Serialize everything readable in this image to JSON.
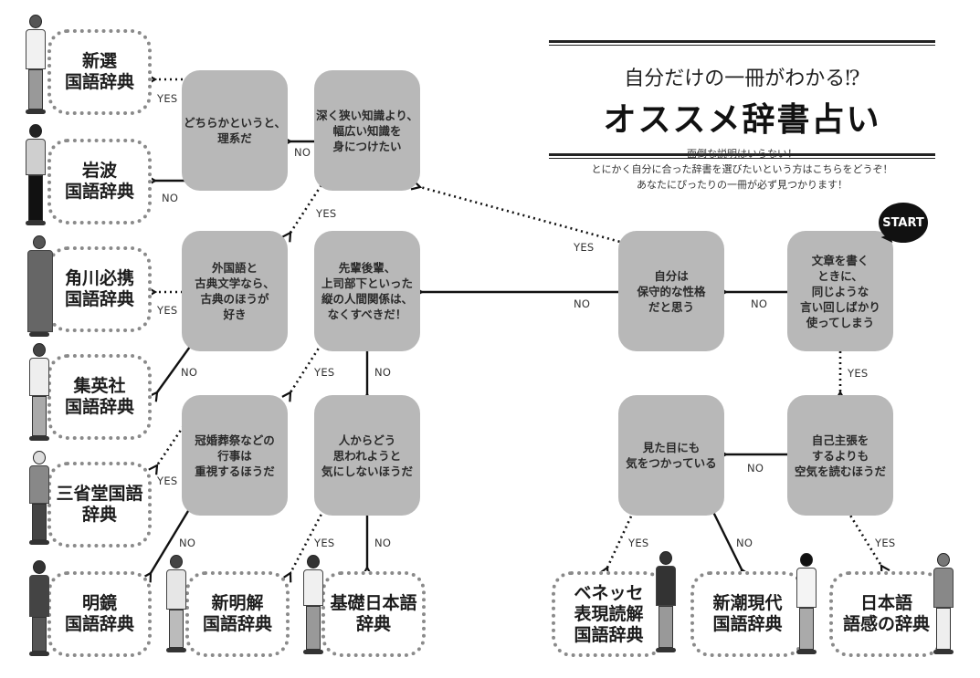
{
  "header": {
    "subtitle": "自分だけの一冊がわかる⁉",
    "title": "オススメ辞書占い",
    "intro": [
      "面倒な説明はいらない！",
      "とにかく自分に合った辞書を選びたいという方はこちらをどうぞ！",
      "あなたにぴったりの一冊が必ず見つかります！"
    ]
  },
  "start_badge": "START",
  "answer_labels": {
    "yes": "YES",
    "no": "NO"
  },
  "questions": {
    "q1": "文章を書く\nときに、\n同じような\n言い回しばかり\n使ってしまう",
    "q2": "自分は\n保守的な性格\nだと思う",
    "q3": "自己主張を\nするよりも\n空気を読むほうだ",
    "q4": "見た目にも\n気をつかっている",
    "q5": "深く狭い知識より、\n幅広い知識を\n身につけたい",
    "q6": "どちらかというと、\n理系だ",
    "q7": "先輩後輩、\n上司部下といった\n縦の人間関係は、\nなくすべきだ！",
    "q8": "外国語と\n古典文学なら、\n古典のほうが\n好き",
    "q9": "冠婚葬祭などの\n行事は\n重視するほうだ",
    "q10": "人からどう\n思われようと\n気にしないほうだ"
  },
  "results": {
    "shinsen": "新選\n国語辞典",
    "iwanami": "岩波\n国語辞典",
    "kadokawa": "角川必携\n国語辞典",
    "shueisha": "集英社\n国語辞典",
    "sanseido": "三省堂国語\n辞典",
    "meikyo": "明鏡\n国語辞典",
    "shinmeikai": "新明解\n国語辞典",
    "kiso": "基礎日本語\n辞典",
    "benesse": "ベネッセ\n表現読解\n国語辞典",
    "shincho": "新潮現代\n国語辞典",
    "gokan": "日本語\n語感の辞典"
  },
  "colors": {
    "question_fill": "#b8b8b8",
    "result_border": "#8a8a8a",
    "ink": "#111111"
  }
}
